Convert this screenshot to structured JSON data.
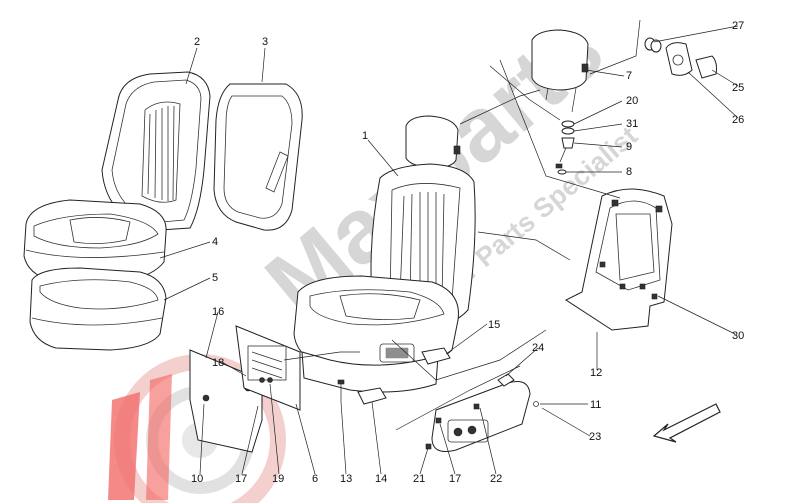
{
  "watermark": {
    "brand_text": "Maxparts",
    "tagline_text": "Car Parts Specialist",
    "brand_color": "#e53935",
    "text_color": "#c8c8c8"
  },
  "callouts": [
    {
      "id": "c1",
      "label": "1"
    },
    {
      "id": "c2",
      "label": "2"
    },
    {
      "id": "c3",
      "label": "3"
    },
    {
      "id": "c4",
      "label": "4"
    },
    {
      "id": "c5",
      "label": "5"
    },
    {
      "id": "c6",
      "label": "6"
    },
    {
      "id": "c7",
      "label": "7"
    },
    {
      "id": "c8",
      "label": "8"
    },
    {
      "id": "c9",
      "label": "9"
    },
    {
      "id": "c10",
      "label": "10"
    },
    {
      "id": "c11",
      "label": "11"
    },
    {
      "id": "c12",
      "label": "12"
    },
    {
      "id": "c13",
      "label": "13"
    },
    {
      "id": "c14",
      "label": "14"
    },
    {
      "id": "c15",
      "label": "15"
    },
    {
      "id": "c16",
      "label": "16"
    },
    {
      "id": "c17a",
      "label": "17"
    },
    {
      "id": "c17b",
      "label": "17"
    },
    {
      "id": "c18",
      "label": "18"
    },
    {
      "id": "c19",
      "label": "19"
    },
    {
      "id": "c20",
      "label": "20"
    },
    {
      "id": "c21",
      "label": "21"
    },
    {
      "id": "c22",
      "label": "22"
    },
    {
      "id": "c23",
      "label": "23"
    },
    {
      "id": "c24",
      "label": "24"
    },
    {
      "id": "c25",
      "label": "25"
    },
    {
      "id": "c26",
      "label": "26"
    },
    {
      "id": "c27",
      "label": "27"
    },
    {
      "id": "c30",
      "label": "30"
    },
    {
      "id": "c31",
      "label": "31"
    }
  ]
}
